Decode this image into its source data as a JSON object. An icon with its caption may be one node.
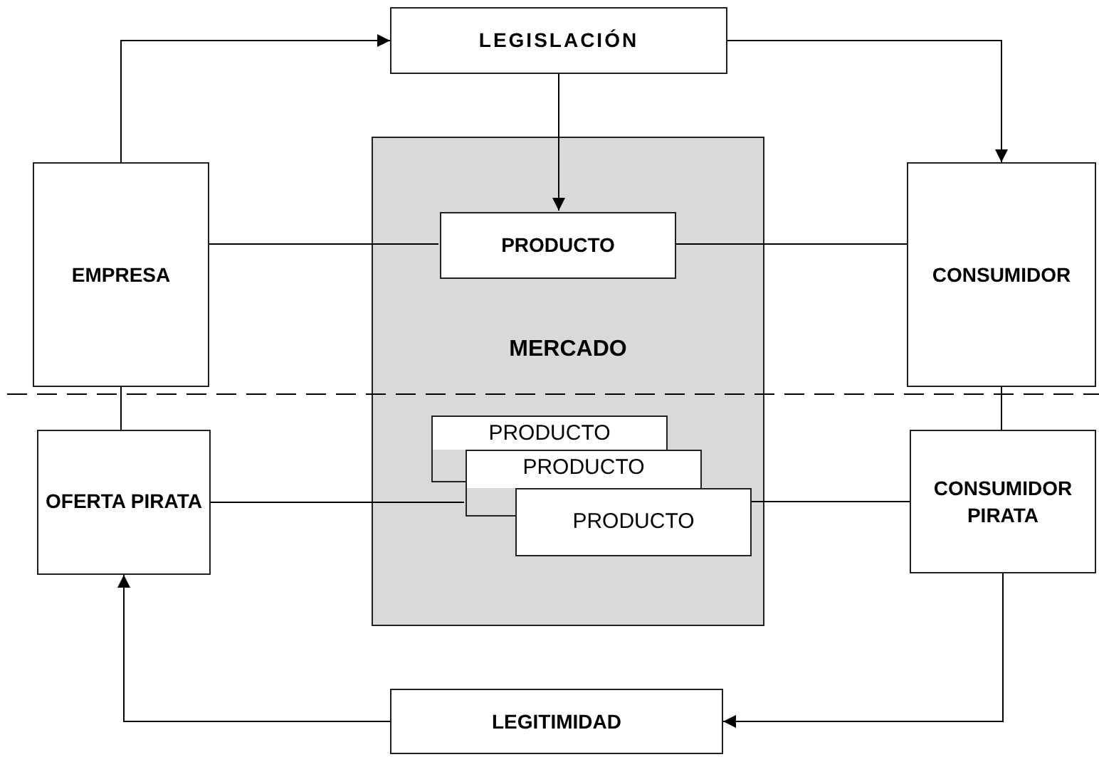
{
  "diagram": {
    "nodes": [
      {
        "text": [
          "LEGISLACIÓN"
        ]
      },
      {
        "text": [
          "EMPRESA"
        ]
      },
      {
        "text": [
          "MERCADO"
        ]
      },
      {
        "text": [
          "PRODUCTO"
        ],
        "in": 2
      },
      {
        "text": [
          "CONSUMIDOR"
        ]
      },
      {
        "text": [
          "OFERTA PIRATA"
        ]
      },
      {
        "text": [
          "PRODUCTO"
        ],
        "in": 2
      },
      {
        "text": [
          "PRODUCTO"
        ],
        "in": 2
      },
      {
        "text": [
          "PRODUCTO"
        ],
        "in": 2
      },
      {
        "text": [
          "CONSUMIDOR PIRATA"
        ]
      },
      {
        "text": [
          "LEGITIMIDAD"
        ]
      }
    ],
    "edges": [
      {
        "from": 1,
        "to": 0,
        "arrow": "to"
      },
      {
        "from": 0,
        "to": 4,
        "arrow": "to"
      },
      {
        "from": 0,
        "to": 3,
        "arrow": "to"
      },
      {
        "from": 1,
        "to": 3,
        "arrow": "none"
      },
      {
        "from": 3,
        "to": 4,
        "arrow": "none"
      },
      {
        "from": 1,
        "to": 5,
        "arrow": "none"
      },
      {
        "from": 4,
        "to": 9,
        "arrow": "none"
      },
      {
        "from": 5,
        "to": 7,
        "arrow": "none"
      },
      {
        "from": 8,
        "to": 9,
        "arrow": "none"
      },
      {
        "from": 9,
        "to": 10,
        "arrow": "to"
      },
      {
        "from": 10,
        "to": 5,
        "arrow": "to"
      }
    ]
  }
}
